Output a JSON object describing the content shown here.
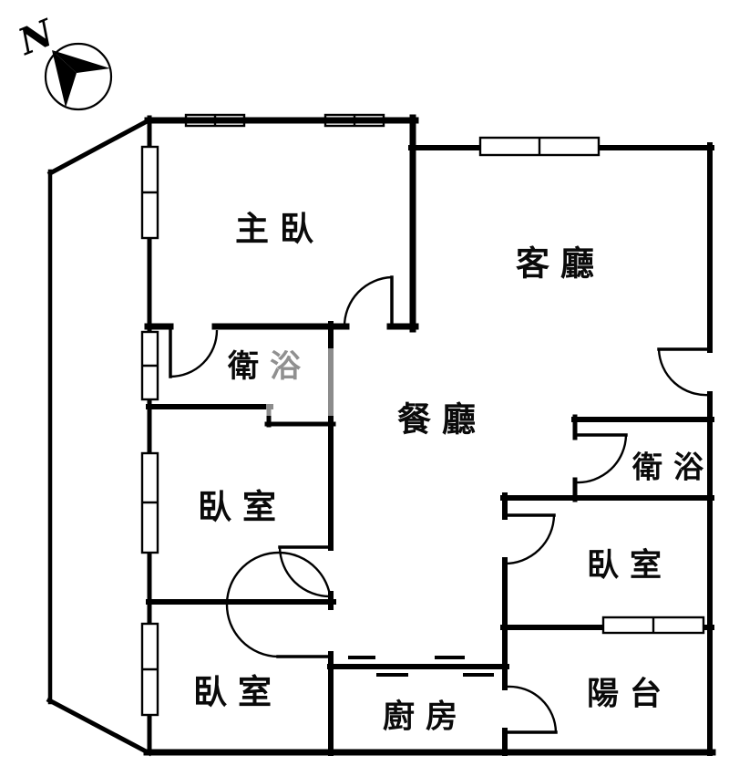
{
  "title": "apartment floor plan",
  "compass": {
    "label": "N"
  },
  "rooms": [
    {
      "id": "master-bedroom",
      "label": "主臥"
    },
    {
      "id": "living-room",
      "label": "客廳"
    },
    {
      "id": "bathroom-1",
      "label": "衛浴"
    },
    {
      "id": "dining-room",
      "label": "餐廳"
    },
    {
      "id": "bedroom-1",
      "label": "臥室"
    },
    {
      "id": "bathroom-2",
      "label": "衛浴"
    },
    {
      "id": "bedroom-2",
      "label": "臥室"
    },
    {
      "id": "bedroom-3",
      "label": "臥室"
    },
    {
      "id": "kitchen",
      "label": "廚房"
    },
    {
      "id": "balcony",
      "label": "陽台"
    }
  ],
  "colors": {
    "wall": "#000000",
    "background": "#ffffff",
    "faded_overlay": "rgba(255,255,255,0.55)"
  },
  "counts": {
    "doors": 8,
    "windows": 8,
    "sliding_door_dashes": 4
  }
}
